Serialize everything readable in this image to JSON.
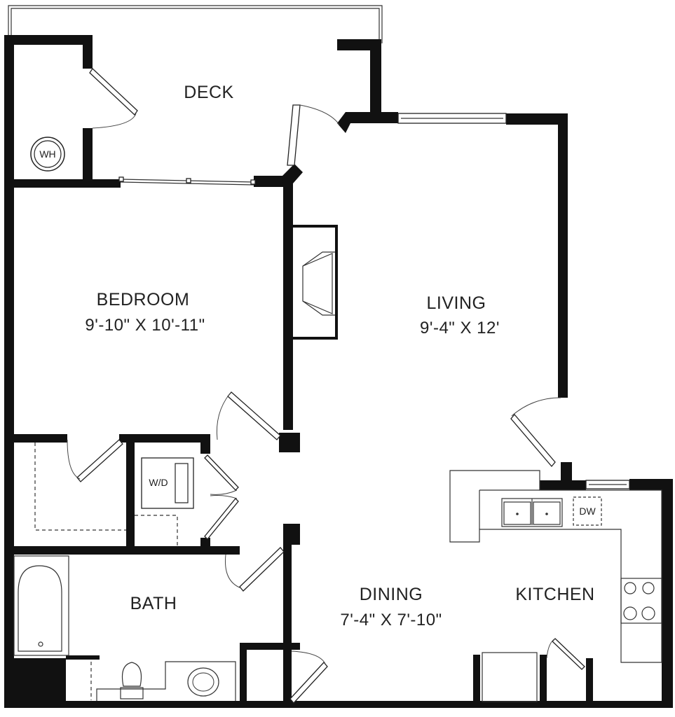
{
  "rooms": {
    "deck": {
      "name": "DECK"
    },
    "bedroom": {
      "name": "BEDROOM",
      "dimensions": "9'-10\" X 10'-11\""
    },
    "living": {
      "name": "LIVING",
      "dimensions": "9'-4\" X 12'"
    },
    "bath": {
      "name": "BATH"
    },
    "dining": {
      "name": "DINING",
      "dimensions": "7'-4\" X 7'-10\""
    },
    "kitchen": {
      "name": "KITCHEN"
    }
  },
  "fixtures": {
    "water_heater": "WH",
    "washer_dryer": "W/D",
    "dishwasher": "DW"
  }
}
